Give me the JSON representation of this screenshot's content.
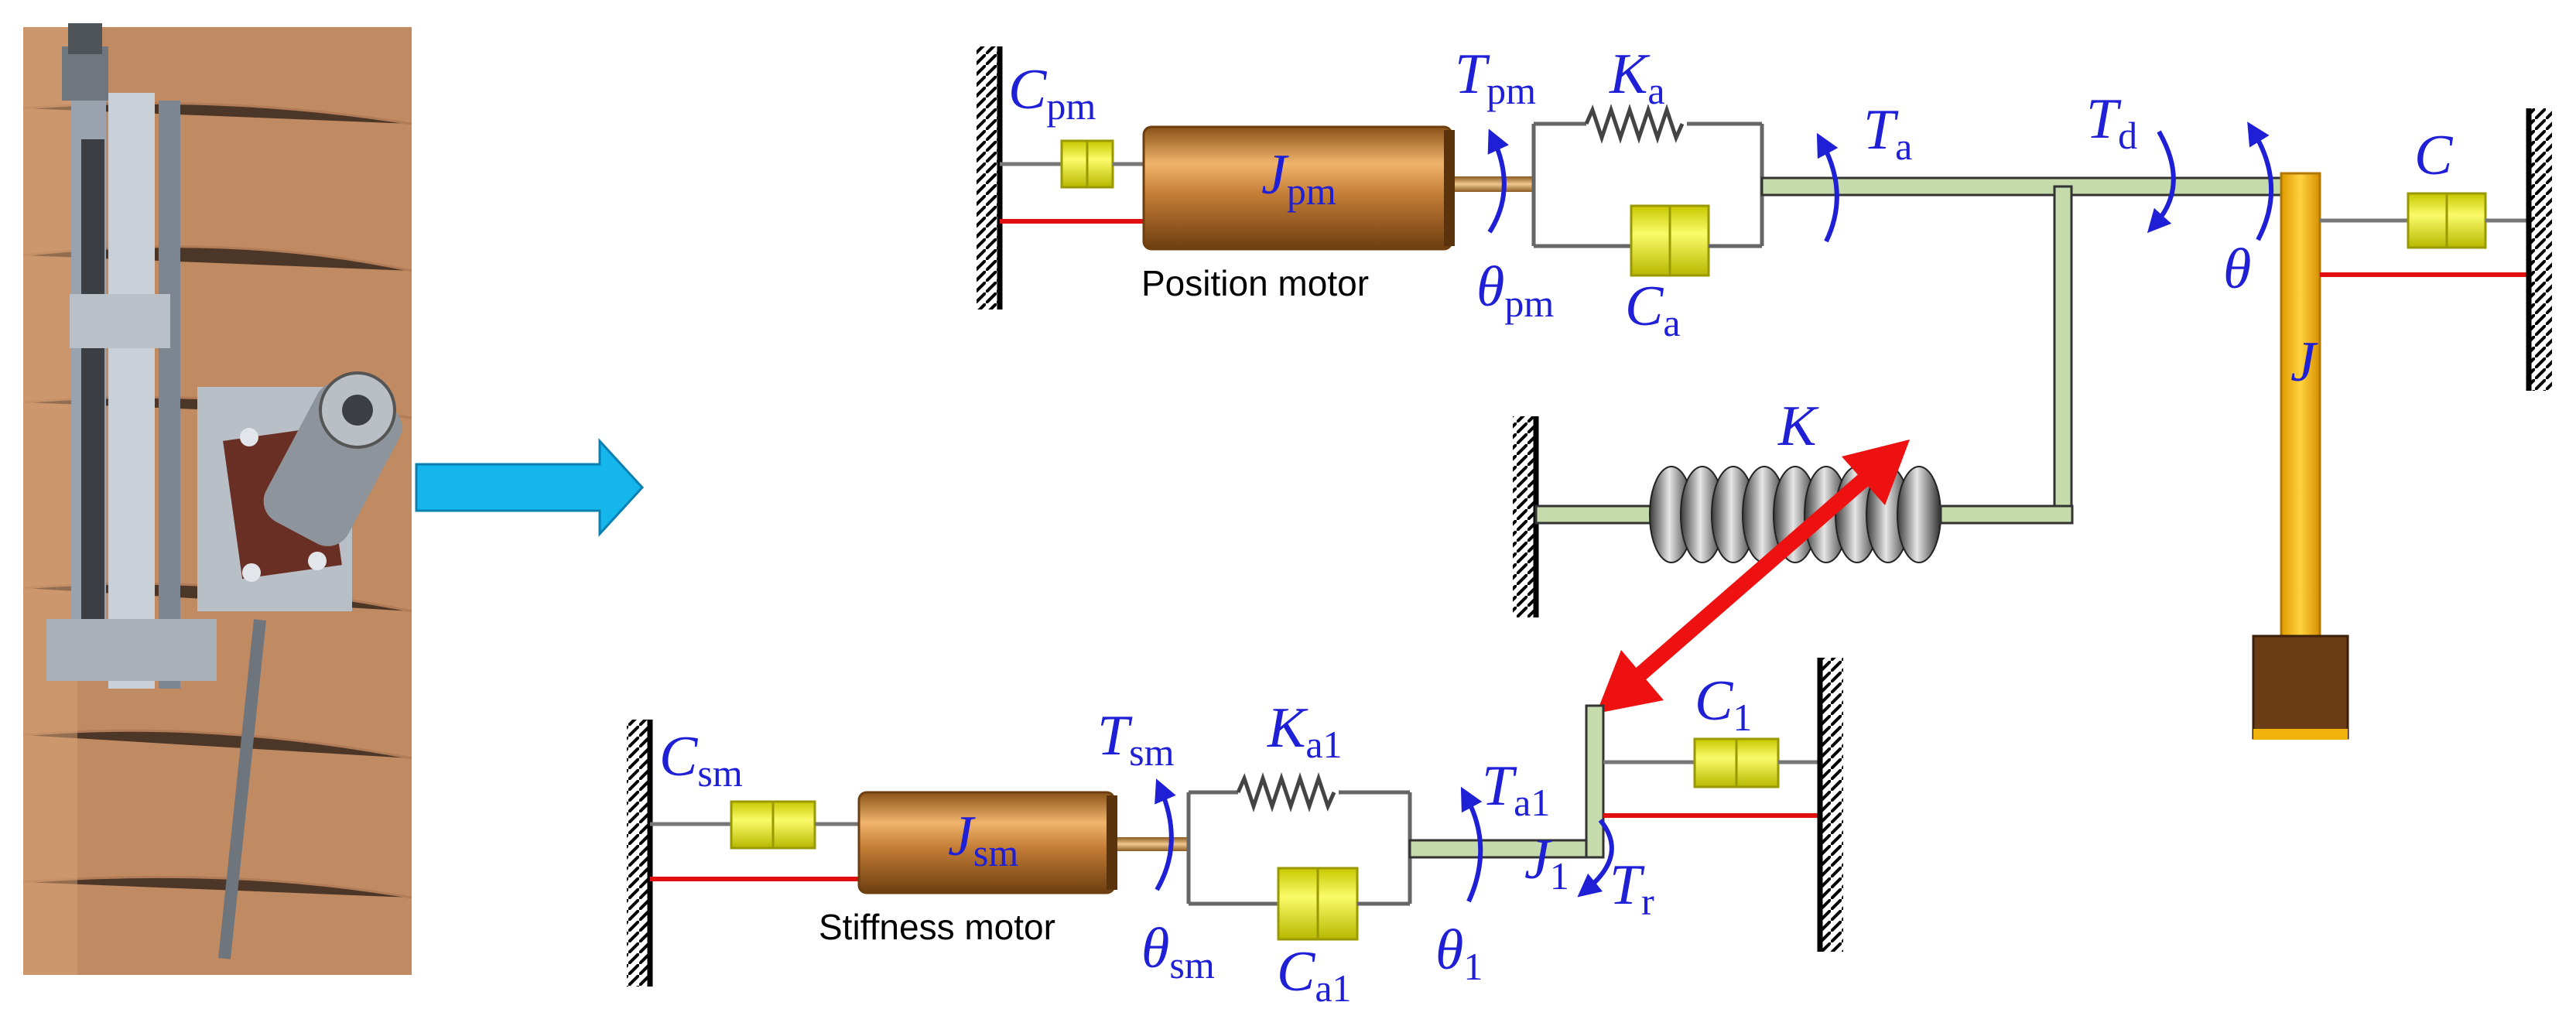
{
  "labels": {
    "position_motor": "Position motor",
    "stiffness_motor": "Stiffness motor"
  },
  "symbols": {
    "C_pm": {
      "base": "C",
      "sub": "pm"
    },
    "J_pm": {
      "base": "J",
      "sub": "pm"
    },
    "T_pm": {
      "base": "T",
      "sub": "pm"
    },
    "theta_pm": {
      "base": "θ",
      "sub": "pm"
    },
    "K_a": {
      "base": "K",
      "sub": "a"
    },
    "C_a": {
      "base": "C",
      "sub": "a"
    },
    "T_a": {
      "base": "T",
      "sub": "a"
    },
    "T_d": {
      "base": "T",
      "sub": "d"
    },
    "theta": {
      "base": "θ"
    },
    "C": {
      "base": "C"
    },
    "J": {
      "base": "J"
    },
    "K": {
      "base": "K"
    },
    "C_sm": {
      "base": "C",
      "sub": "sm"
    },
    "J_sm": {
      "base": "J",
      "sub": "sm"
    },
    "T_sm": {
      "base": "T",
      "sub": "sm"
    },
    "theta_sm": {
      "base": "θ",
      "sub": "sm"
    },
    "K_a1": {
      "base": "K",
      "sub": "a1"
    },
    "C_a1": {
      "base": "C",
      "sub": "a1"
    },
    "T_a1": {
      "base": "T",
      "sub": "a1"
    },
    "theta_1": {
      "base": "θ",
      "sub": "1"
    },
    "J_1": {
      "base": "J",
      "sub": "1"
    },
    "T_r": {
      "base": "T",
      "sub": "r"
    },
    "C_1": {
      "base": "C",
      "sub": "1"
    }
  },
  "colors": {
    "symbol": "#1f1fd6",
    "shaft": "#c6dbab",
    "damper": "#e8e82a",
    "motor": "#c47d36",
    "link_red": "#e01010",
    "arrow_red": "#ee1111",
    "block_arrow": "#14b6ec",
    "post": "#f2b20c",
    "base": "#6b3d14"
  }
}
